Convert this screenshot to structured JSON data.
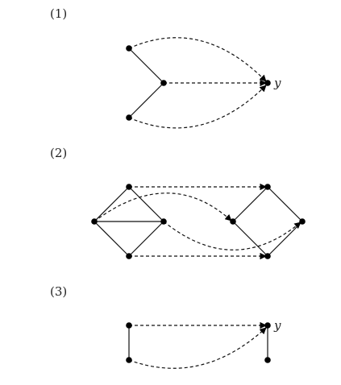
{
  "panels": [
    {
      "label": "(1)",
      "node_label": "y"
    },
    {
      "label": "(2)"
    },
    {
      "label": "(3)",
      "node_label": "y"
    }
  ]
}
